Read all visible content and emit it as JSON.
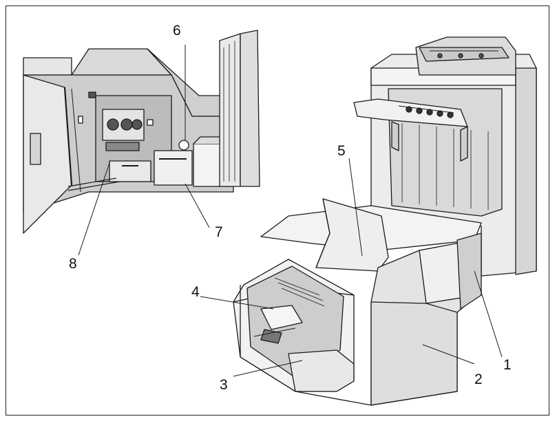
{
  "callouts": {
    "n1": "1",
    "n2": "2",
    "n3": "3",
    "n4": "4",
    "n5": "5",
    "n6": "6",
    "n7": "7",
    "n8": "8"
  },
  "colors": {
    "body": "#e8e8e8",
    "panel_light": "#f2f2f2",
    "panel_shade": "#bdbdbd",
    "interior": "#cfcfcf",
    "line": "#1a1a1a"
  }
}
